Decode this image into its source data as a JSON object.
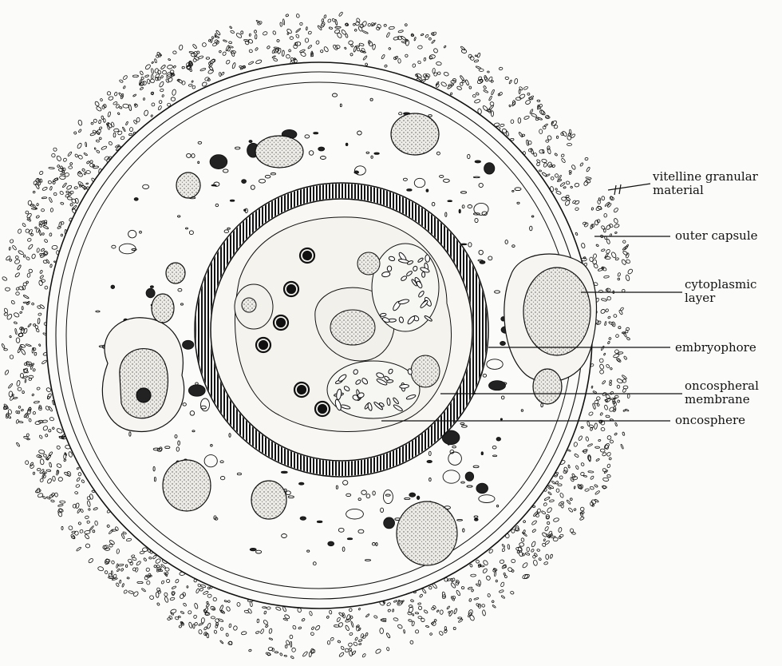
{
  "labels": {
    "vitelline": [
      "vitelline granular",
      "material"
    ],
    "outer_capsule": "outer capsule",
    "cytoplasmic": [
      "cytoplasmic",
      "layer"
    ],
    "embryophore": "embryophore",
    "oncospheral": [
      "oncospheral",
      "membrane"
    ],
    "oncosphere": "oncosphere"
  },
  "colors": {
    "ink": "#111111",
    "paper": "#fbfbf9",
    "nucleus_stipple": "#d8d6cf"
  }
}
